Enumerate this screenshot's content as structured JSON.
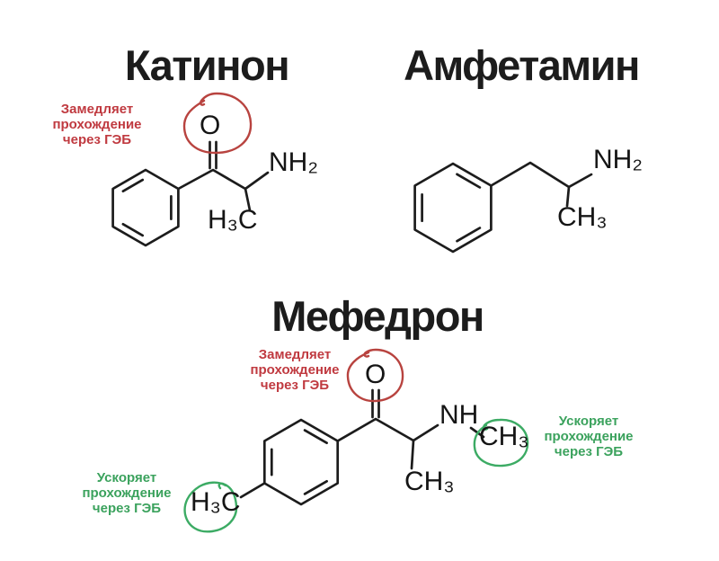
{
  "colors": {
    "red_text": "#c03a40",
    "red_circle": "#b8433f",
    "green_text": "#3ba25d",
    "green_circle": "#3cab64",
    "ink": "#1c1c1c"
  },
  "molecules": {
    "cathinone": {
      "title": "Катинон",
      "annotation_red": "Замедляет\nпрохождение\nчерез ГЭБ",
      "labels": {
        "oxygen": "O",
        "amine": "NH₂",
        "methyl": "H₃C"
      }
    },
    "amphetamine": {
      "title": "Амфетамин",
      "labels": {
        "amine": "NH₂",
        "methyl": "CH₃"
      }
    },
    "mephedrone": {
      "title": "Мефедрон",
      "annotation_red": "Замедляет\nпрохождение\nчерез ГЭБ",
      "annotation_green_left": "Ускоряет\nпрохождение\nчерез ГЭБ",
      "annotation_green_right": "Ускоряет\nпрохождение\nчерез ГЭБ",
      "labels": {
        "oxygen": "O",
        "amine": "NH",
        "n_methyl": "CH₃",
        "alpha_methyl": "CH₃",
        "ring_methyl": "H₃C"
      }
    }
  }
}
